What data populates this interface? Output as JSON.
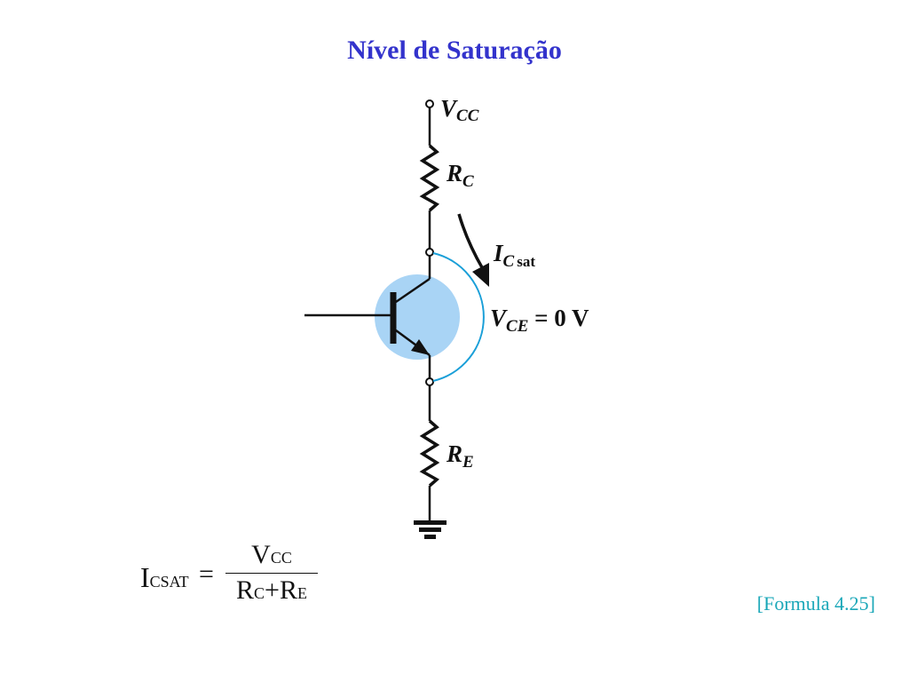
{
  "title": "Nível de Saturação",
  "circuit": {
    "vcc": {
      "main": "V",
      "sub": "CC"
    },
    "rc": {
      "main": "R",
      "sub": "C"
    },
    "ic": {
      "main": "I",
      "sub1": "C",
      "sub2": "sat"
    },
    "vce": {
      "main": "V",
      "sub": "CE",
      "rest": " = 0 V"
    },
    "re": {
      "main": "R",
      "sub": "E"
    }
  },
  "formula": {
    "lhs_main": "I",
    "lhs_sub": "CSAT",
    "equals": "=",
    "num_main": "V",
    "num_sub": "CC",
    "den_r1": "R",
    "den_sub1": "C",
    "plus": "+",
    "den_r2": "R",
    "den_sub2": "E"
  },
  "reference": "[Formula 4.25]",
  "colors": {
    "title": "#3333cc",
    "highlight": "#a9d4f5",
    "arc": "#1a9fd8",
    "reference": "#1aa7b8"
  }
}
